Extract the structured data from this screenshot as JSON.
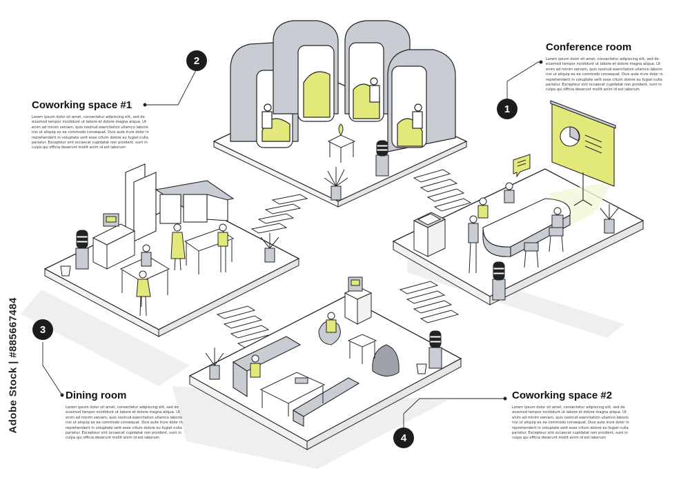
{
  "watermark": "Adobe Stock | #885667484",
  "colors": {
    "accent": "#e3e87a",
    "furniture": "#c8ccd3",
    "outline": "#222222",
    "floor": "#ffffff",
    "shadow": "#eeeeee"
  },
  "callouts": [
    {
      "number": "1",
      "title": "Conference room",
      "body": "Lorem ipsum dolor sit amet, consectetur adipiscing elit, sed do eiusmod tempor incididunt ut labore et dolore magna aliqua. Ut enim ad minim veniam, quis nostrud exercitation ullamco laboris nisi ut aliquip ex ea commodo consequat. Duis aute irure dolor in reprehenderit in voluptate velit esse cillum dolore eu fugiat nulla pariatur. Excepteur sint occaecat cupidatat non proident, sunt in culpa qui officia deserunt mollit anim id est laborum"
    },
    {
      "number": "2",
      "title": "Coworking space #1",
      "body": "Lorem ipsum dolor sit amet, consectetur adipiscing elit, sed do eiusmod tempor incididunt ut labore et dolore magna aliqua. Ut enim ad minim veniam, quis nostrud exercitation ullamco laboris nisi ut aliquip ex ea commodo consequat. Duis aute irure dolor in reprehenderit in voluptate velit esse cillum dolore eu fugiat nulla pariatur. Excepteur sint occaecat cupidatat non proident, sunt in culpa qui officia deserunt mollit anim id est laborum"
    },
    {
      "number": "3",
      "title": "Dining room",
      "body": "Lorem ipsum dolor sit amet, consectetur adipiscing elit, sed do eiusmod tempor incididunt ut labore et dolore magna aliqua. Ut enim ad minim veniam, quis nostrud exercitation ullamco laboris nisi ut aliquip ex ea commodo consequat. Duis aute irure dolor in reprehenderit in voluptate velit esse cillum dolore eu fugiat nulla pariatur. Excepteur sint occaecat cupidatat non proident, sunt in culpa qui officia deserunt mollit anim id est laborum"
    },
    {
      "number": "4",
      "title": "Coworking space #2",
      "body": "Lorem ipsum dolor sit amet, consectetur adipiscing elit, sed do eiusmod tempor incididunt ut labore et dolore magna aliqua. Ut enim ad minim veniam, quis nostrud exercitation ullamco laboris nisi ut aliquip ex ea commodo consequat. Duis aute irure dolor in reprehenderit in voluptate velit esse cillum dolore eu fugiat nulla pariatur. Excepteur sint occaecat cupidatat non proident, sunt in culpa qui officia deserunt mollit anim id est laborum"
    }
  ]
}
